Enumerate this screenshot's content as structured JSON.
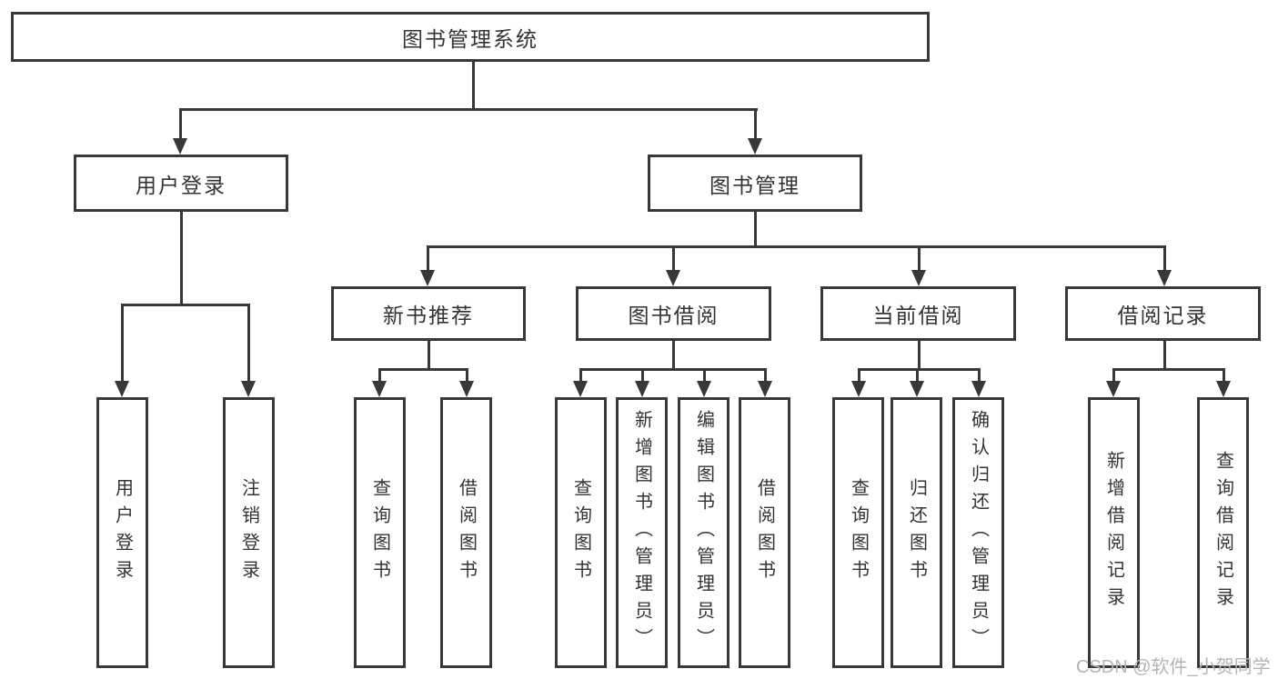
{
  "title": {
    "label": "图书管理系统"
  },
  "modules": {
    "user_login": {
      "label": "用户登录",
      "children": [
        {
          "label": "用户登录"
        },
        {
          "label": "注销登录"
        }
      ]
    },
    "book_mgmt": {
      "label": "图书管理",
      "children": [
        {
          "label": "新书推荐",
          "children": [
            {
              "label": "查询图书"
            },
            {
              "label": "借阅图书"
            }
          ]
        },
        {
          "label": "图书借阅",
          "children": [
            {
              "label": "查询图书"
            },
            {
              "label": "新增图书（管理员）"
            },
            {
              "label": "编辑图书（管理员）"
            },
            {
              "label": "借阅图书"
            }
          ]
        },
        {
          "label": "当前借阅",
          "children": [
            {
              "label": "查询图书"
            },
            {
              "label": "归还图书"
            },
            {
              "label": "确认归还（管理员）"
            }
          ]
        },
        {
          "label": "借阅记录",
          "children": [
            {
              "label": "新增借阅记录"
            },
            {
              "label": "查询借阅记录"
            }
          ]
        }
      ]
    }
  },
  "watermark": {
    "text": "CSDN @软件_小贺同学"
  },
  "colors": {
    "line": "#383838",
    "text": "#333333",
    "background": "#ffffff",
    "watermark": "#b5b5b5"
  }
}
